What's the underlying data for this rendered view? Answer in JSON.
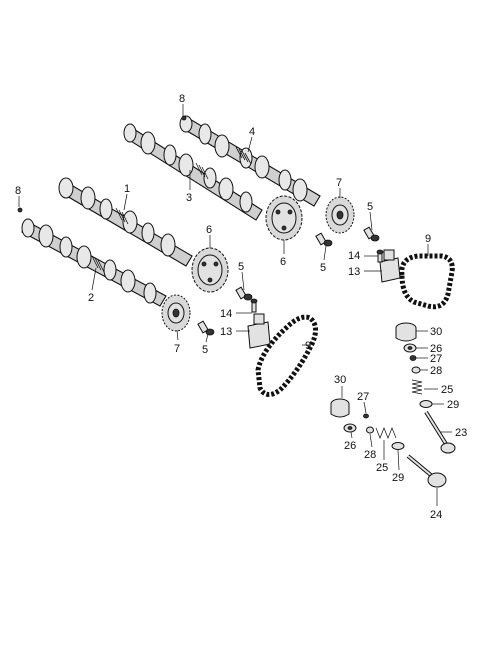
{
  "callouts": [
    {
      "id": "c8a",
      "text": "8"
    },
    {
      "id": "c4",
      "text": "4"
    },
    {
      "id": "c1",
      "text": "1"
    },
    {
      "id": "c3",
      "text": "3"
    },
    {
      "id": "c8b",
      "text": "8"
    },
    {
      "id": "c7a",
      "text": "7"
    },
    {
      "id": "c5a",
      "text": "5"
    },
    {
      "id": "c6a",
      "text": "6"
    },
    {
      "id": "c6b",
      "text": "6"
    },
    {
      "id": "c5b",
      "text": "5"
    },
    {
      "id": "c9a",
      "text": "9"
    },
    {
      "id": "c14a",
      "text": "14"
    },
    {
      "id": "c13a",
      "text": "13"
    },
    {
      "id": "c5c",
      "text": "5"
    },
    {
      "id": "c2",
      "text": "2"
    },
    {
      "id": "c14b",
      "text": "14"
    },
    {
      "id": "c13b",
      "text": "13"
    },
    {
      "id": "c7b",
      "text": "7"
    },
    {
      "id": "c5d",
      "text": "5"
    },
    {
      "id": "c9b",
      "text": "9"
    },
    {
      "id": "c30a",
      "text": "30"
    },
    {
      "id": "c26a",
      "text": "26"
    },
    {
      "id": "c27a",
      "text": "27"
    },
    {
      "id": "c28a",
      "text": "28"
    },
    {
      "id": "c25a",
      "text": "25"
    },
    {
      "id": "c29a",
      "text": "29"
    },
    {
      "id": "c23",
      "text": "23"
    },
    {
      "id": "c30b",
      "text": "30"
    },
    {
      "id": "c27b",
      "text": "27"
    },
    {
      "id": "c26b",
      "text": "26"
    },
    {
      "id": "c28b",
      "text": "28"
    },
    {
      "id": "c25b",
      "text": "25"
    },
    {
      "id": "c29b",
      "text": "29"
    },
    {
      "id": "c24",
      "text": "24"
    }
  ]
}
